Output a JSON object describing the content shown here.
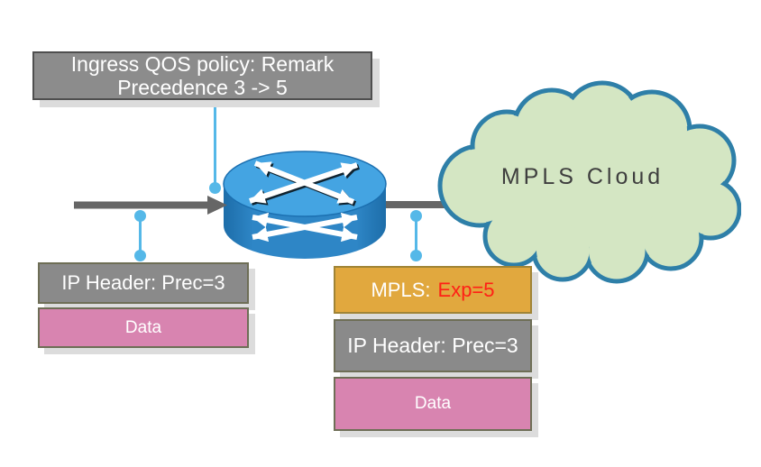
{
  "callout": {
    "line1": "Ingress QOS policy: Remark",
    "line2": "Precedence 3 -> 5"
  },
  "cloud": {
    "label": "MPLS Cloud"
  },
  "packet_in": {
    "header": "IP Header: Prec=3",
    "payload": "Data"
  },
  "packet_out": {
    "mpls_label": "MPLS:",
    "mpls_exp": "Exp=5",
    "header": "IP Header: Prec=3",
    "payload": "Data"
  },
  "colors": {
    "callout_gray": "#8c8c8c",
    "box_gray": "#8a8a8a",
    "box_gold": "#e1a83e",
    "box_pink": "#d884b0",
    "exp_red": "#ff2016",
    "connector_blue": "#55b8e8",
    "flow_gray": "#666666",
    "cloud_fill": "#d4e6c3",
    "cloud_stroke": "#2e7fa8",
    "router_top_blue": "#44a4e2",
    "router_body_blue": "#2e86c6",
    "shadow_gray": "#dcdcdc"
  }
}
